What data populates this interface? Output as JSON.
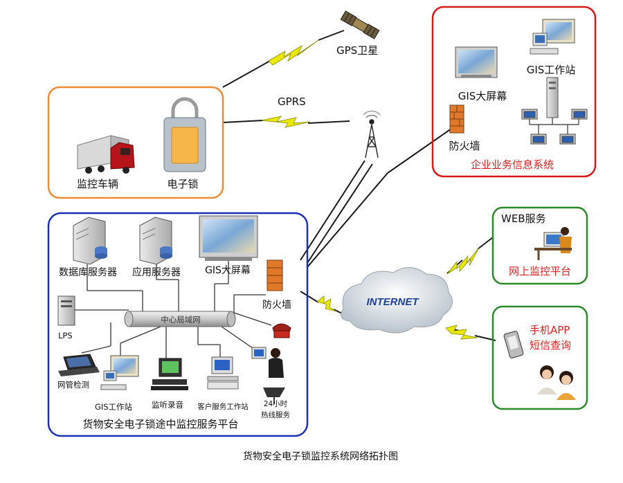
{
  "caption": "货物安全电子锁监控系统网络拓扑图",
  "satellite": {
    "label": "GPS卫星",
    "icon": "satellite-icon"
  },
  "gprs": {
    "label": "GPRS",
    "icon": "radio-tower-icon"
  },
  "vehicle_group": {
    "items": [
      {
        "label": "监控车辆",
        "icon": "truck-icon"
      },
      {
        "label": "电子锁",
        "icon": "padlock-icon"
      }
    ]
  },
  "enterprise": {
    "title": "企业业务信息系统",
    "gis_screen": "GIS大屏幕",
    "gis_workstation": "GIS工作站",
    "firewall": "防火墙",
    "icons": [
      "monitor-icon",
      "workstation-icon",
      "server-tower-icon",
      "pc-icon",
      "firewall-icon"
    ]
  },
  "platform": {
    "title": "货物安全电子锁途中监控服务平台",
    "lan": "中心局域网",
    "db_server": "数据库服务器",
    "app_server": "应用服务器",
    "gis_screen": "GIS大屏幕",
    "firewall": "防火墙",
    "lps": "LPS",
    "nms": "网管检测",
    "gis_workstation": "GIS工作站",
    "audio": "监听录音",
    "client_ws": "客户服务工作站",
    "hotline_1": "24小时",
    "hotline_2": "热线服务"
  },
  "internet": {
    "label": "INTERNET",
    "icon": "cloud-icon"
  },
  "web": {
    "title": "WEB服务",
    "subtitle": "网上监控平台",
    "icon": "desk-worker-icon"
  },
  "mobile": {
    "line1": "手机APP",
    "line2": "短信查询",
    "icons": [
      "phone-icon",
      "people-icon"
    ]
  },
  "colors": {
    "orange_box": "#f08c38",
    "red_box": "#d51a1a",
    "blue_box": "#1b2fb5",
    "green_box": "#2a8a2a",
    "lightning": "#e8e800",
    "red_text": "#e02020"
  }
}
